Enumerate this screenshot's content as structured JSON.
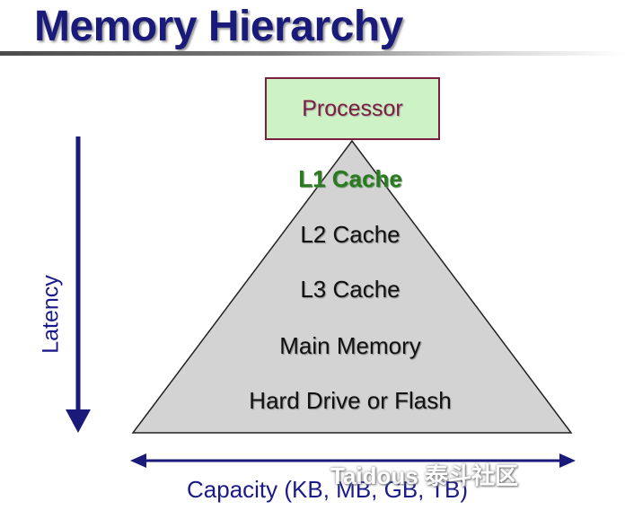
{
  "title": "Memory Hierarchy",
  "processor": {
    "label": "Processor"
  },
  "levels": [
    {
      "label": "L1 Cache"
    },
    {
      "label": "L2 Cache"
    },
    {
      "label": "L3 Cache"
    },
    {
      "label": "Main Memory"
    },
    {
      "label": "Hard Drive or Flash"
    }
  ],
  "axes": {
    "vertical_label": "Latency",
    "horizontal_label": "Capacity (KB, MB, GB, TB)"
  },
  "watermark": "Taidous 泰斗社区",
  "colors": {
    "title": "#1a1a7a",
    "processor_fill": "#ccf2c6",
    "processor_border": "#7a1f3d",
    "pyramid_fill": "#d3d3d3",
    "l1_text": "#2b7a22",
    "arrows": "#1a1a7a"
  }
}
